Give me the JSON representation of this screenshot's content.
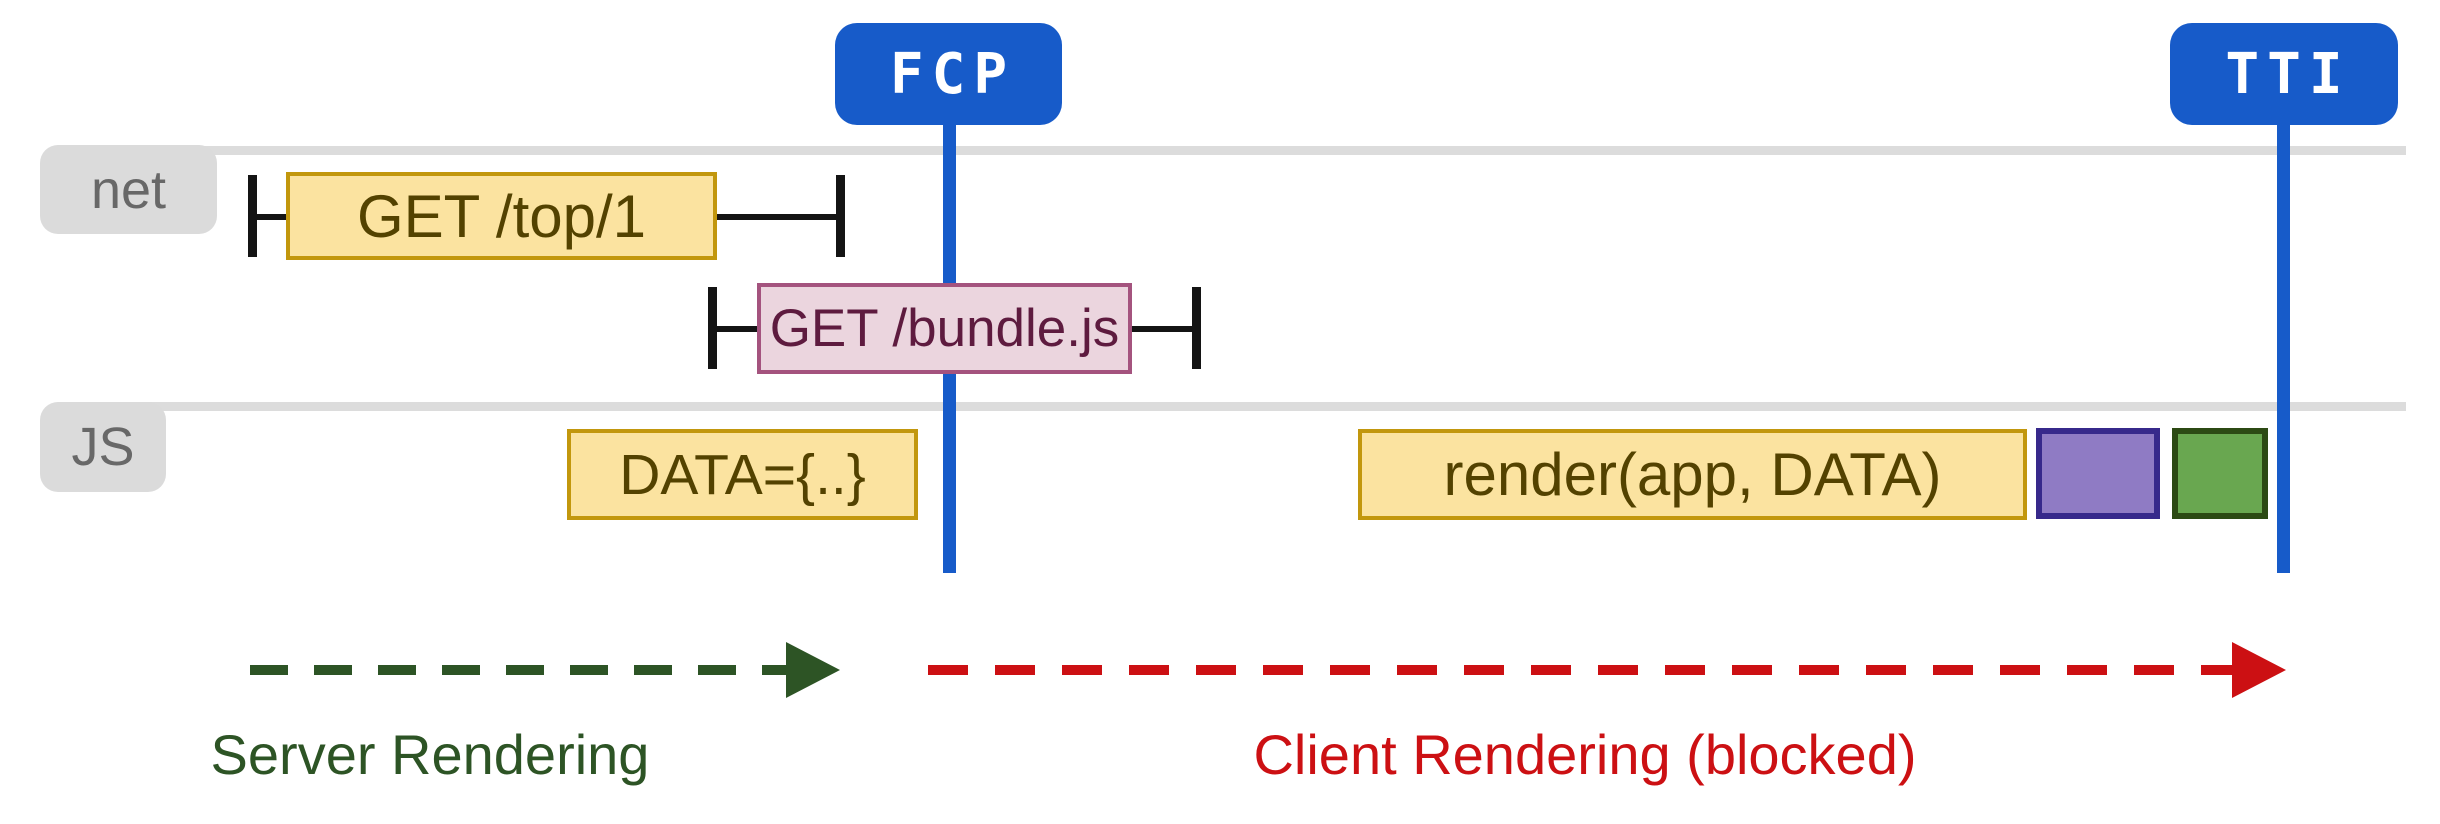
{
  "diagram": {
    "title_hint": "web performance timeline: server vs client rendering",
    "markers": {
      "fcp": {
        "label": "FCP"
      },
      "tti": {
        "label": "TTI"
      }
    },
    "lanes": {
      "net": {
        "label": "net"
      },
      "js": {
        "label": "JS"
      }
    },
    "net_requests": [
      {
        "label": "GET /top/1"
      },
      {
        "label": "GET /bundle.js"
      }
    ],
    "js_tasks": [
      {
        "label": "DATA={..}"
      },
      {
        "label": "render(app, DATA)"
      },
      {
        "label": "",
        "note": "purple-task"
      },
      {
        "label": "",
        "note": "green-task"
      }
    ],
    "phases": {
      "server": {
        "label": "Server Rendering"
      },
      "client": {
        "label": "Client Rendering (blocked)"
      }
    },
    "colors": {
      "accent_blue": "#175BC9",
      "track_gray": "#DCDCDC",
      "lane_label_gray": "#DBDBDB",
      "task_yellow": "#FBE3A0",
      "task_yellow_border": "#C2970D",
      "task_pink": "#EBD5DE",
      "task_pink_border": "#A4537E",
      "task_purple": "#8F7BC4",
      "task_green": "#69A750",
      "server_green": "#2D5425",
      "client_red": "#CC1013"
    }
  }
}
